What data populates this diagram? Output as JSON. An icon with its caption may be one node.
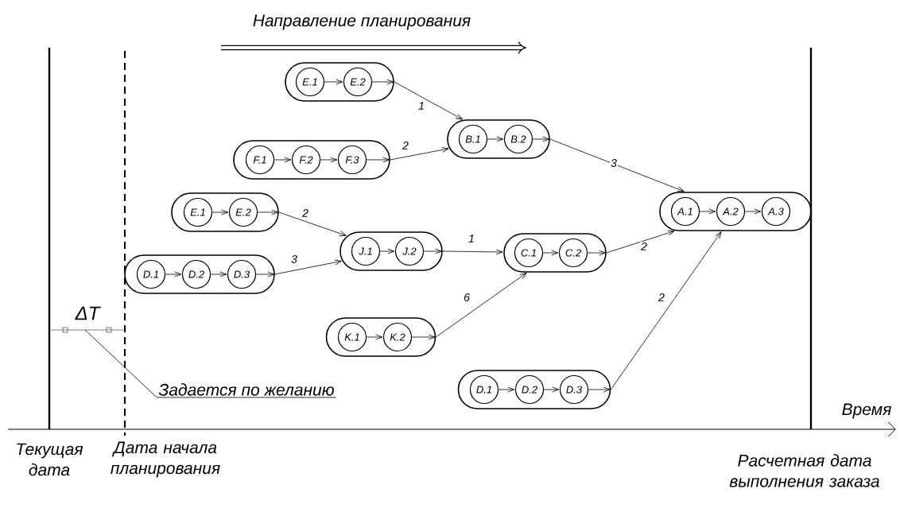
{
  "diagram": {
    "nodes": [
      {
        "text": [],
        "shape": "capsule"
      },
      {
        "text": [
          "E.1"
        ],
        "in": 0
      },
      {
        "text": [
          "E.2"
        ],
        "in": 0
      },
      {
        "text": [],
        "shape": "capsule"
      },
      {
        "text": [
          "B.1"
        ],
        "in": 3
      },
      {
        "text": [
          "B.2"
        ],
        "in": 3
      },
      {
        "text": [],
        "shape": "capsule"
      },
      {
        "text": [
          "F.1"
        ],
        "in": 6
      },
      {
        "text": [
          "F.2"
        ],
        "in": 6
      },
      {
        "text": [
          "F.3"
        ],
        "in": 6
      },
      {
        "text": [],
        "shape": "capsule"
      },
      {
        "text": [
          "E.1"
        ],
        "in": 10
      },
      {
        "text": [
          "E.2"
        ],
        "in": 10
      },
      {
        "text": [],
        "shape": "capsule"
      },
      {
        "text": [
          "A.1"
        ],
        "in": 13
      },
      {
        "text": [
          "A.2"
        ],
        "in": 13
      },
      {
        "text": [
          "A.3"
        ],
        "in": 13
      },
      {
        "text": [],
        "shape": "capsule"
      },
      {
        "text": [
          "J.1"
        ],
        "in": 17
      },
      {
        "text": [
          "J.2"
        ],
        "in": 17
      },
      {
        "text": [],
        "shape": "capsule"
      },
      {
        "text": [
          "C.1"
        ],
        "in": 20
      },
      {
        "text": [
          "C.2"
        ],
        "in": 20
      },
      {
        "text": [],
        "shape": "capsule"
      },
      {
        "text": [
          "D.1"
        ],
        "in": 23
      },
      {
        "text": [
          "D.2"
        ],
        "in": 23
      },
      {
        "text": [
          "D.3"
        ],
        "in": 23
      },
      {
        "text": [],
        "shape": "capsule"
      },
      {
        "text": [
          "K.1"
        ],
        "in": 27
      },
      {
        "text": [
          "K.2"
        ],
        "in": 27
      },
      {
        "text": [],
        "shape": "capsule"
      },
      {
        "text": [
          "D.1"
        ],
        "in": 30
      },
      {
        "text": [
          "D.2"
        ],
        "in": 30
      },
      {
        "text": [
          "D.3"
        ],
        "in": 30
      },
      {
        "text": [
          "Задается по желанию"
        ]
      }
    ],
    "edges": [
      {
        "from": 1,
        "to": 2,
        "arrow": "to"
      },
      {
        "from": 2,
        "to": null,
        "arrow": "to"
      },
      {
        "from": 4,
        "to": 5,
        "arrow": "to"
      },
      {
        "from": 5,
        "to": null,
        "arrow": "to"
      },
      {
        "from": 7,
        "to": 8,
        "arrow": "to"
      },
      {
        "from": 8,
        "to": 9,
        "arrow": "to"
      },
      {
        "from": 9,
        "to": null,
        "arrow": "to"
      },
      {
        "from": 11,
        "to": 12,
        "arrow": "to"
      },
      {
        "from": 12,
        "to": null,
        "arrow": "to"
      },
      {
        "from": 14,
        "to": 15,
        "arrow": "to"
      },
      {
        "from": 15,
        "to": 16,
        "arrow": "to"
      },
      {
        "from": 18,
        "to": 19,
        "arrow": "to"
      },
      {
        "from": 19,
        "to": null,
        "arrow": "to"
      },
      {
        "from": 21,
        "to": 22,
        "arrow": "to"
      },
      {
        "from": 22,
        "to": null,
        "arrow": "to"
      },
      {
        "from": 24,
        "to": 25,
        "arrow": "to"
      },
      {
        "from": 25,
        "to": 26,
        "arrow": "to"
      },
      {
        "from": 26,
        "to": null,
        "arrow": "to"
      },
      {
        "from": 28,
        "to": 29,
        "arrow": "to"
      },
      {
        "from": 29,
        "to": null,
        "arrow": "to"
      },
      {
        "from": 31,
        "to": 32,
        "arrow": "to"
      },
      {
        "from": 32,
        "to": 33,
        "arrow": "to"
      },
      {
        "from": 33,
        "to": null,
        "arrow": "to"
      },
      {
        "from": 0,
        "to": 3,
        "arrow": "to",
        "label": "1"
      },
      {
        "from": 6,
        "to": 3,
        "arrow": "to",
        "label": "2"
      },
      {
        "from": 3,
        "to": 13,
        "arrow": "to",
        "label": "3"
      },
      {
        "from": 10,
        "to": 17,
        "arrow": "to",
        "label": "2"
      },
      {
        "from": 23,
        "to": 17,
        "arrow": "to",
        "label": "3"
      },
      {
        "from": 17,
        "to": 20,
        "arrow": "to",
        "label": "1"
      },
      {
        "from": 27,
        "to": 20,
        "arrow": "to",
        "label": "6"
      },
      {
        "from": 20,
        "to": 13,
        "arrow": "to",
        "label": "2"
      },
      {
        "from": 30,
        "to": 13,
        "arrow": "to",
        "label": "2"
      },
      {
        "from": 34,
        "to": null,
        "arrow": "none"
      }
    ],
    "labels": [
      "Направление планирования",
      "ΔT",
      "Время",
      "Текущая дата",
      "Дата начала планирования",
      "Расчетная дата выполнения заказа"
    ]
  }
}
